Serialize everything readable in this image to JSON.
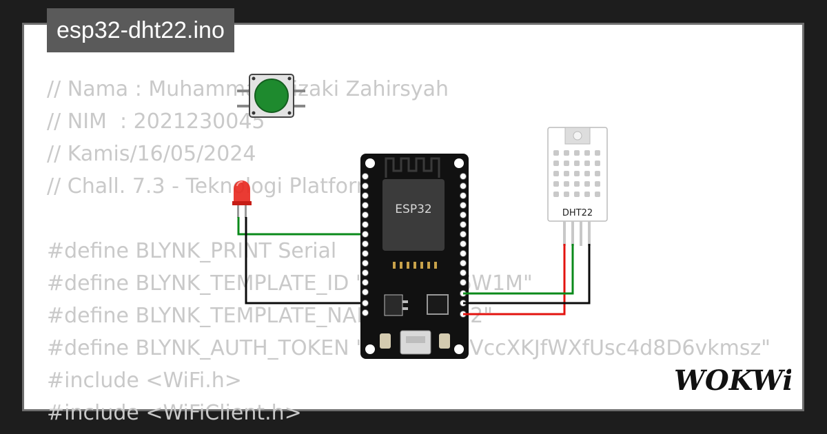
{
  "tab": {
    "filename": "esp32-dht22.ino"
  },
  "code_lines": [
    "// Nama : Muhammad Rizaki Zahirsyah",
    "// NIM  : 2021230045",
    "// Kamis/16/05/2024",
    "// Chall. 7.3 - Teknologi Platform",
    "",
    "#define BLYNK_PRINT Serial",
    "#define BLYNK_TEMPLATE_ID \"TMPL6T56W1M\"",
    "#define BLYNK_TEMPLATE_NAME \"Robot 2\"",
    "#define BLYNK_AUTH_TOKEN \"VeDbSQf0VccXKJfWXfUsc4d8D6vkmsz\"",
    "#include <WiFi.h>",
    "#include <WiFiClient.h>"
  ],
  "components": {
    "esp32": {
      "label": "ESP32"
    },
    "sensor": {
      "label": "DHT22"
    }
  },
  "brand": {
    "logo_text": "WOKWi"
  },
  "colors": {
    "background": "#1d1d1d",
    "frame_border": "#6e6e6e",
    "tab_bg": "#5a5a5a",
    "code_text": "#c9c9c9",
    "board": "#111111",
    "button": "#1e8a2e",
    "led": "#e8261d",
    "wire_green": "#0a8a1a",
    "wire_red": "#e3130f",
    "wire_black": "#0a0a0a"
  },
  "icons": [
    "push-button-icon",
    "red-led-icon",
    "esp32-board-icon",
    "dht22-sensor-icon",
    "wokwi-logo"
  ]
}
